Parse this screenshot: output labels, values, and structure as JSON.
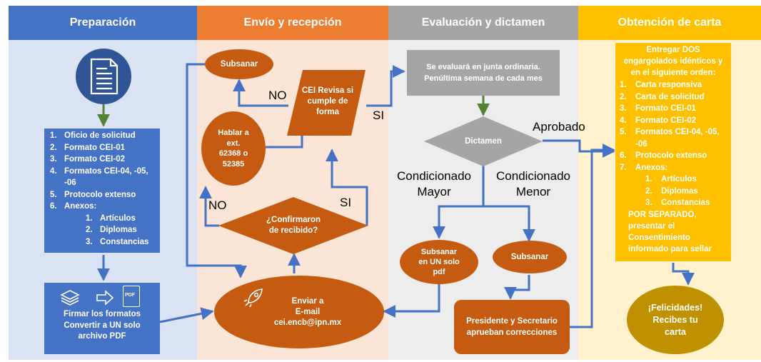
{
  "colors": {
    "prep": "#4472c4",
    "envio": "#ed7d31",
    "eval": "#a5a5a5",
    "obt": "#ffc000",
    "node": "#c55a11"
  },
  "columns": {
    "prep": "Preparación",
    "envio": "Envío y recepción",
    "eval": "Evaluación y dictamen",
    "obt": "Obtención de carta"
  },
  "prep": {
    "doc_icon": "document-icon",
    "list": {
      "items": [
        {
          "n": "1.",
          "text": "Oficio de solicitud"
        },
        {
          "n": "2.",
          "text": "Formato CEI-01"
        },
        {
          "n": "3.",
          "text": "Formato CEI-02"
        },
        {
          "n": "4.",
          "text": "Formatos CEI-04, -05, -06"
        },
        {
          "n": "5.",
          "text": "Protocolo extenso"
        },
        {
          "n": "6.",
          "text": "Anexos:"
        }
      ],
      "sub": [
        {
          "n": "1.",
          "text": "Artículos"
        },
        {
          "n": "2.",
          "text": "Diplomas"
        },
        {
          "n": "3.",
          "text": "Constancias"
        }
      ]
    },
    "pdf_badge": "PDF",
    "firmar": "Firmar los formatos",
    "convertir": "Convertir a UN solo archivo PDF"
  },
  "envio": {
    "subsanar": "Subsanar",
    "cei": "CEI Revisa si cumple de forma",
    "no_top": "NO",
    "si_right": "SI",
    "hablar": "Hablar a ext. 62368 o 52385",
    "confirmaron": "¿Confirmaron de recibido?",
    "no_bottom": "NO",
    "si_bottom": "SI",
    "enviar_1": "Enviar a",
    "enviar_2": "E-mail",
    "enviar_3": "cei.encb@ipn.mx"
  },
  "eval": {
    "junta": "Se evaluará  en junta ordinaria. Penúltima semana de cada mes",
    "dictamen": "Dictamen",
    "aprobado": "Aprobado",
    "cond_mayor": "Condicionado Mayor",
    "cond_menor": "Condicionado Menor",
    "subsanar_pdf": "Subsanar en UN solo pdf",
    "subsanar": "Subsanar",
    "presidente": "Presidente y Secretario aprueban correcciones"
  },
  "obt": {
    "head_text": "Entregar DOS engargolados idénticos y en el siguiente orden:",
    "items": [
      {
        "n": "1.",
        "text": "Carta responsiva"
      },
      {
        "n": "2.",
        "text": "Carta de solicitud"
      },
      {
        "n": "3.",
        "text": "Formato CEI-01"
      },
      {
        "n": "4.",
        "text": "Formato CEI-02"
      },
      {
        "n": "5.",
        "text": "Formatos CEI-04, -05, -06"
      },
      {
        "n": "6.",
        "text": "Protocolo extenso"
      },
      {
        "n": "7.",
        "text": "Anexos:"
      }
    ],
    "sub": [
      {
        "n": "1.",
        "text": "Artículos"
      },
      {
        "n": "2.",
        "text": "Diplomas"
      },
      {
        "n": "3.",
        "text": "Constancias"
      }
    ],
    "separado": "POR SEPARADO, presentar el Consentimiento informado para sellar",
    "felicidades": "¡Felicidades!",
    "recibes": "Recibes tu carta"
  }
}
